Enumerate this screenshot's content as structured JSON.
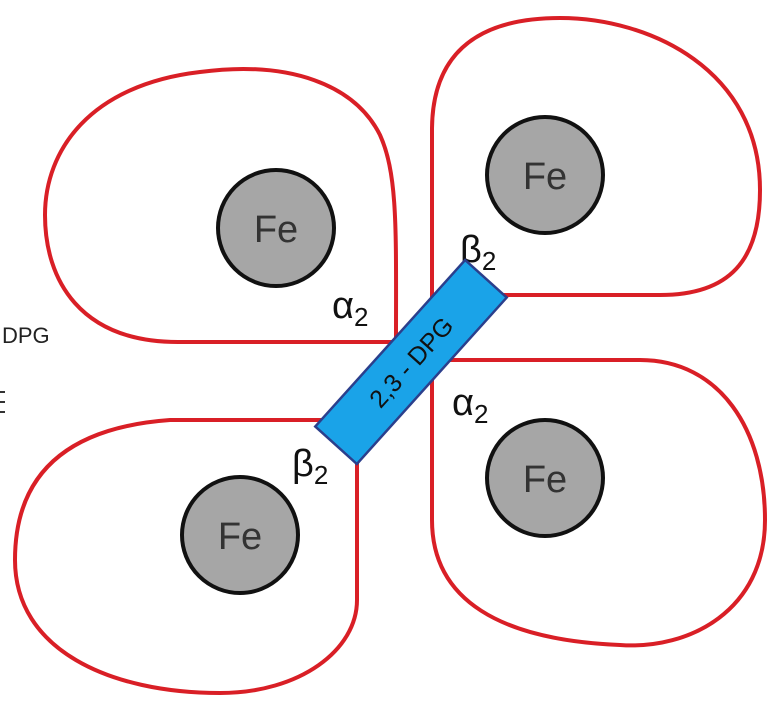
{
  "diagram": {
    "subunits": [
      {
        "id": "upper-left",
        "iron_label": "Fe",
        "chain_symbol": "α",
        "chain_subscript": "2"
      },
      {
        "id": "upper-right",
        "iron_label": "Fe",
        "chain_symbol": "β",
        "chain_subscript": "2"
      },
      {
        "id": "lower-right",
        "iron_label": "Fe",
        "chain_symbol": "α",
        "chain_subscript": "2"
      },
      {
        "id": "lower-left",
        "iron_label": "Fe",
        "chain_symbol": "β",
        "chain_subscript": "2"
      }
    ],
    "center_molecule": "2,3 - DPG",
    "edge_fragment_text": "DPG",
    "colors": {
      "subunit_outline": "#d91f26",
      "iron_fill": "#a6a6a6",
      "dpg_fill": "#1aa3e8",
      "dpg_border": "#2b3f8c"
    }
  }
}
